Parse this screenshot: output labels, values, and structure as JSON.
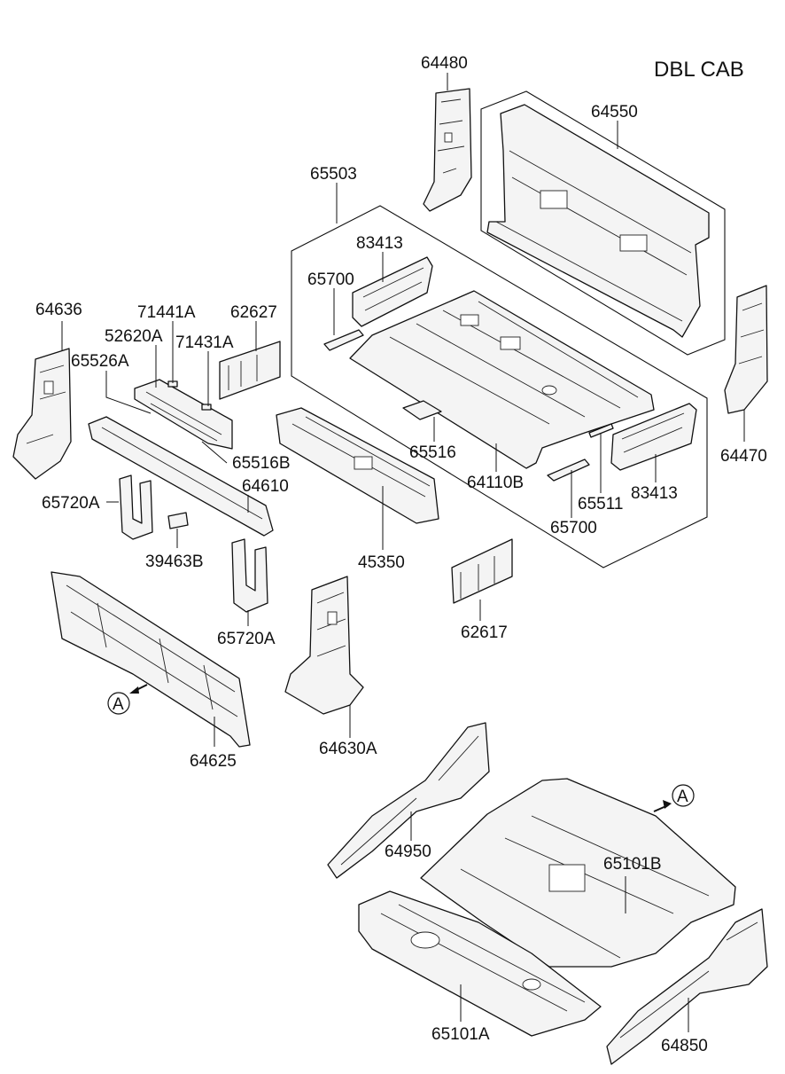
{
  "title": "DBL CAB",
  "ref_marker": "A",
  "labels": {
    "p64480": "64480",
    "p64550": "64550",
    "p65503": "65503",
    "p83413_top": "83413",
    "p65700_top": "65700",
    "p64636": "64636",
    "p71441A": "71441A",
    "p62627": "62627",
    "p52620A": "52620A",
    "p71431A": "71431A",
    "p65526A": "65526A",
    "p65516": "65516",
    "p64110B": "64110B",
    "p83413_bot": "83413",
    "p64470": "64470",
    "p65516B": "65516B",
    "p64610": "64610",
    "p65720A_left": "65720A",
    "p39463B": "39463B",
    "p65511": "65511",
    "p65700_bot": "65700",
    "p45350": "45350",
    "p62617": "62617",
    "p65720A_mid": "65720A",
    "p64625": "64625",
    "p64630A": "64630A",
    "p64950": "64950",
    "p65101B": "65101B",
    "p65101A": "65101A",
    "p64850": "64850"
  }
}
